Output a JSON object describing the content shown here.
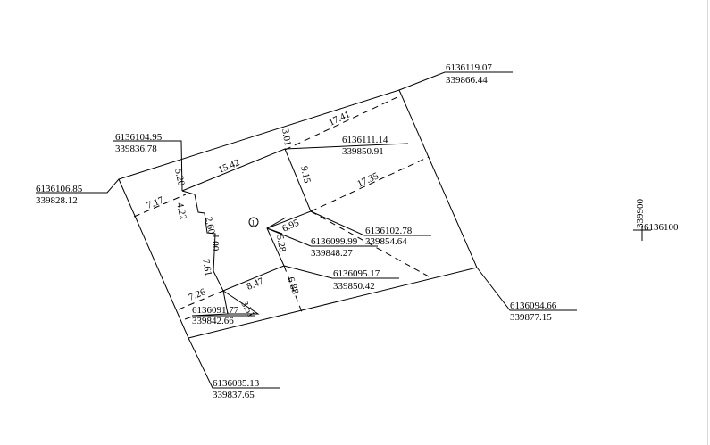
{
  "coordinates": [
    {
      "id": "c1",
      "n": "6136119.07",
      "e": "339866.44"
    },
    {
      "id": "c2",
      "n": "6136104.95",
      "e": "339836.78"
    },
    {
      "id": "c3",
      "n": "6136111.14",
      "e": "339850.91"
    },
    {
      "id": "c4",
      "n": "6136106.85",
      "e": "339828.12"
    },
    {
      "id": "c5",
      "n": "6136102.78",
      "e": "339854.64"
    },
    {
      "id": "c6",
      "n": "6136099.99",
      "e": "339848.27"
    },
    {
      "id": "c7",
      "n": "6136095.17",
      "e": "339850.42"
    },
    {
      "id": "c8",
      "n": "6136094.66",
      "e": "339877.15"
    },
    {
      "id": "c9",
      "n": "6136091.77",
      "e": "339842.66"
    },
    {
      "id": "c10",
      "n": "6136085.13",
      "e": "339837.65"
    }
  ],
  "dimensions": {
    "d1": "17.41",
    "d2": "3.01",
    "d3": "15.42",
    "d4": "5.20",
    "d5": "9.15",
    "d6": "17.35",
    "d7": "7.17",
    "d8": "4.22",
    "d9": "2.60",
    "d10": "1.00",
    "d11": "6.95",
    "d12": "5.28",
    "d13": "7.61",
    "d14": "8.47",
    "d15": "6.88",
    "d16": "7.26",
    "d17": "3.51"
  },
  "marker_label": "1",
  "grid_tick": {
    "east": "339900",
    "north": "6136100"
  }
}
